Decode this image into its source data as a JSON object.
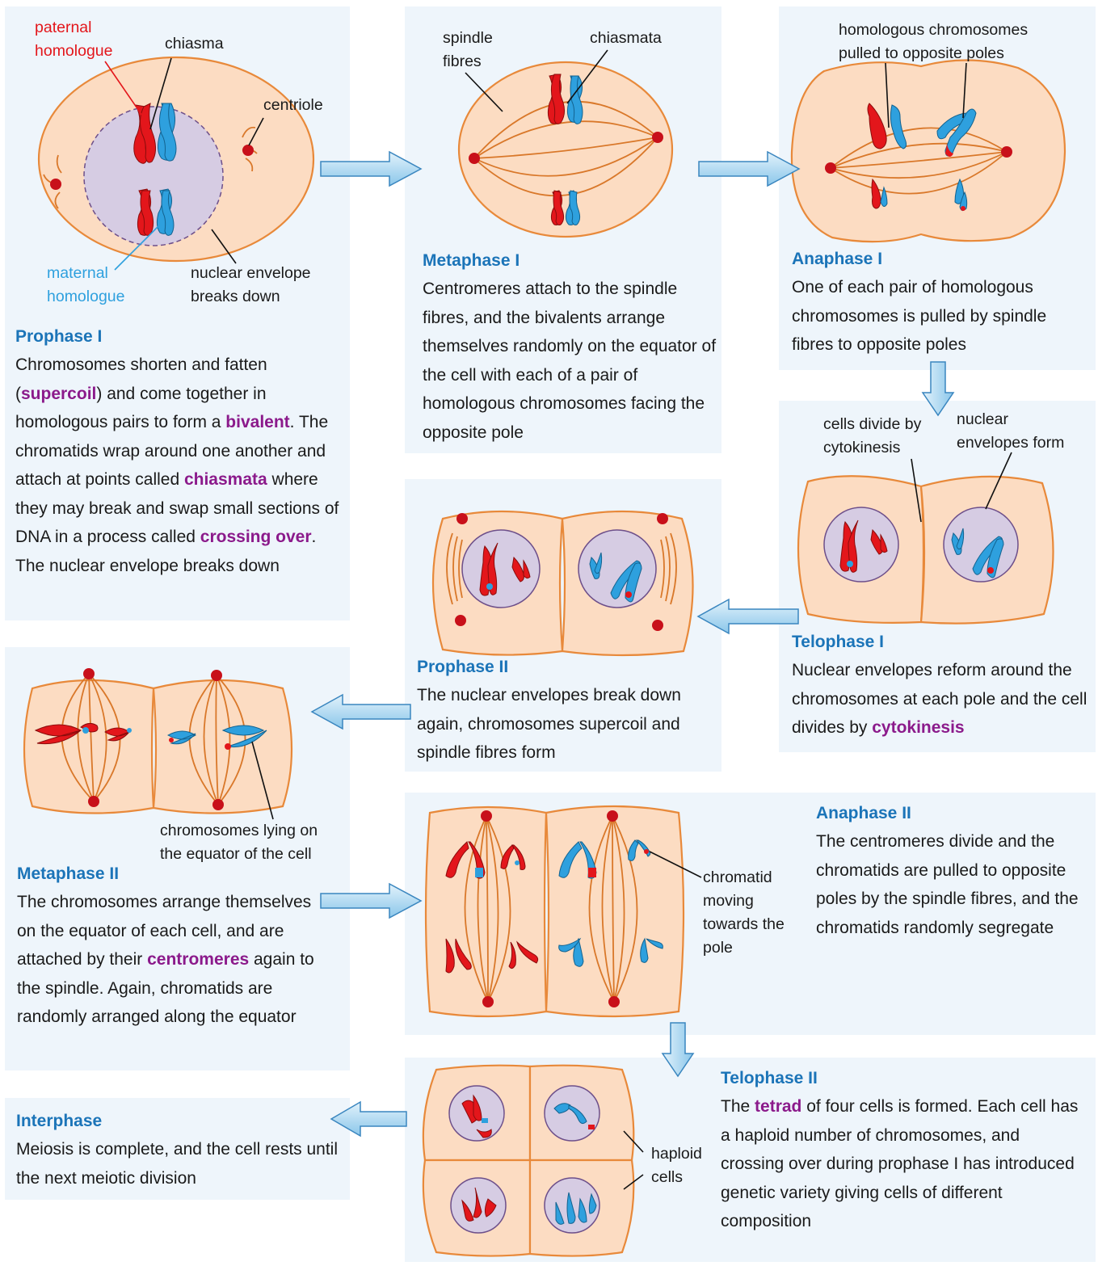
{
  "colors": {
    "title": "#1b74b8",
    "highlight": "#8b1a8b",
    "paternal": "#e3161b",
    "maternal": "#2ea0de",
    "cell_fill": "#fcdcc2",
    "cell_stroke": "#e8893a",
    "panel_bg": "#eef5fb",
    "arrow_fill": "#9fd0ee"
  },
  "prophase1": {
    "title": "Prophase I",
    "body": {
      "t1": "Chromosomes shorten and fatten (",
      "h1": "supercoil",
      "t2": ") and come together in homologous pairs to form a ",
      "h2": "bivalent",
      "t3": ". The chromatids wrap around one another and attach at points called ",
      "h3": "chiasmata",
      "t4": " where they may break and swap small sections  of DNA in a process called ",
      "h4": "crossing over",
      "t5": ". The nuclear envelope breaks down"
    },
    "labels": {
      "paternal_1": "paternal",
      "paternal_2": "homologue",
      "chiasma": "chiasma",
      "centriole": "centriole",
      "maternal_1": "maternal",
      "maternal_2": "homologue",
      "envelope_1": "nuclear envelope",
      "envelope_2": "breaks down"
    }
  },
  "metaphase1": {
    "title": "Metaphase I",
    "body": "Centromeres attach to the spindle fibres, and the bivalents arrange themselves randomly on the equator of the cell with each of a pair of homologous chromosomes facing the opposite pole",
    "labels": {
      "spindle_1": "spindle",
      "spindle_2": "fibres",
      "chiasmata": "chiasmata"
    }
  },
  "anaphase1": {
    "title": "Anaphase I",
    "body": "One of each pair of homologous chromosomes is pulled by spindle fibres to opposite poles",
    "labels": {
      "hom_1": "homologous chromosomes",
      "hom_2": "pulled to opposite poles"
    }
  },
  "telophase1": {
    "title": "Telophase I",
    "body": {
      "t1": "Nuclear envelopes reform around the chromosomes at each pole and the cell divides by ",
      "h1": "cytokinesis"
    },
    "labels": {
      "cyto_1": "cells divide by",
      "cyto_2": "cytokinesis",
      "env_1": "nuclear",
      "env_2": "envelopes form"
    }
  },
  "prophase2": {
    "title": "Prophase II",
    "body": "The nuclear envelopes break down again, chromosomes supercoil and spindle fibres form"
  },
  "metaphase2": {
    "title": "Metaphase II",
    "body": {
      "t1": "The chromosomes arrange themselves on the equator of each cell, and are attached by their ",
      "h1": "centromeres",
      "t2": " again to the spindle. Again, chromatids are randomly arranged along the equator"
    },
    "labels": {
      "eq_1": "chromosomes lying on",
      "eq_2": "the equator of the cell"
    }
  },
  "anaphase2": {
    "title": "Anaphase II",
    "body": "The centromeres divide and the chromatids are pulled to opposite poles by the spindle fibres, and the chromatids randomly segregate",
    "labels": {
      "c1": "chromatid",
      "c2": "moving",
      "c3": "towards the",
      "c4": "pole"
    }
  },
  "telophase2": {
    "title": "Telophase II",
    "body": {
      "t1": "The ",
      "h1": "tetrad",
      "t2": " of four cells is formed. Each cell has a haploid number of chromosomes, and crossing over during prophase I has introduced genetic variety giving cells of different composition"
    },
    "labels": {
      "hap_1": "haploid",
      "hap_2": "cells"
    }
  },
  "interphase": {
    "title": "Interphase",
    "body": "Meiosis is complete, and the cell rests until the next meiotic division"
  }
}
